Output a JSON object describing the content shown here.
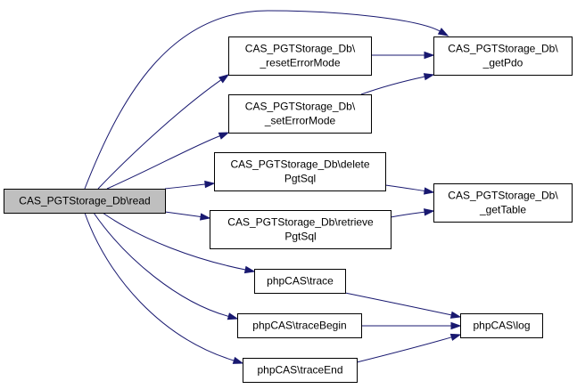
{
  "nodes": {
    "read": {
      "lines": [
        "CAS_PGTStorage_Db\\read"
      ],
      "fill": "#bfbfbf"
    },
    "resetErrorMode": {
      "lines": [
        "CAS_PGTStorage_Db\\",
        "_resetErrorMode"
      ],
      "fill": "#ffffff"
    },
    "setErrorMode": {
      "lines": [
        "CAS_PGTStorage_Db\\",
        "_setErrorMode"
      ],
      "fill": "#ffffff"
    },
    "deletePgtSql": {
      "lines": [
        "CAS_PGTStorage_Db\\delete",
        "PgtSql"
      ],
      "fill": "#ffffff"
    },
    "retrievePgtSql": {
      "lines": [
        "CAS_PGTStorage_Db\\retrieve",
        "PgtSql"
      ],
      "fill": "#ffffff"
    },
    "trace": {
      "lines": [
        "phpCAS\\trace"
      ],
      "fill": "#ffffff"
    },
    "traceBegin": {
      "lines": [
        "phpCAS\\traceBegin"
      ],
      "fill": "#ffffff"
    },
    "traceEnd": {
      "lines": [
        "phpCAS\\traceEnd"
      ],
      "fill": "#ffffff"
    },
    "getPdo": {
      "lines": [
        "CAS_PGTStorage_Db\\",
        "_getPdo"
      ],
      "fill": "#ffffff"
    },
    "getTable": {
      "lines": [
        "CAS_PGTStorage_Db\\",
        "_getTable"
      ],
      "fill": "#ffffff"
    },
    "log": {
      "lines": [
        "phpCAS\\log"
      ],
      "fill": "#ffffff"
    }
  },
  "edges": [
    {
      "from": "read",
      "to": "getPdo"
    },
    {
      "from": "read",
      "to": "resetErrorMode"
    },
    {
      "from": "read",
      "to": "setErrorMode"
    },
    {
      "from": "read",
      "to": "deletePgtSql"
    },
    {
      "from": "read",
      "to": "retrievePgtSql"
    },
    {
      "from": "read",
      "to": "trace"
    },
    {
      "from": "read",
      "to": "traceBegin"
    },
    {
      "from": "read",
      "to": "traceEnd"
    },
    {
      "from": "resetErrorMode",
      "to": "getPdo"
    },
    {
      "from": "setErrorMode",
      "to": "getPdo"
    },
    {
      "from": "deletePgtSql",
      "to": "getTable"
    },
    {
      "from": "retrievePgtSql",
      "to": "getTable"
    },
    {
      "from": "trace",
      "to": "log"
    },
    {
      "from": "traceBegin",
      "to": "log"
    },
    {
      "from": "traceEnd",
      "to": "log"
    }
  ],
  "colors": {
    "edge": "#191970",
    "border": "#000000",
    "text": "#000000"
  }
}
